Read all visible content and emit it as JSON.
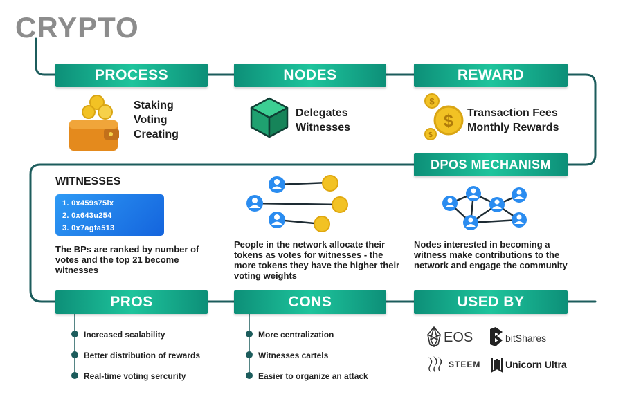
{
  "title": "CRYPTO",
  "steps": {
    "process": {
      "header": "PROCESS",
      "items": [
        "Staking",
        "Voting",
        "Creating"
      ]
    },
    "nodes": {
      "header": "NODES",
      "items": [
        "Delegates",
        "Witnesses"
      ]
    },
    "reward": {
      "header": "REWARD",
      "items": [
        "Transaction Fees",
        "Monthly Rewards"
      ]
    }
  },
  "mechanism": {
    "header": "DPOS MECHANISM",
    "witnesses": {
      "title": "WITNESSES",
      "list": [
        "1. 0x459s75lx",
        "2. 0x643u254",
        "3. 0x7agfa513"
      ],
      "description": "The BPs are ranked by number of votes and the top 21 become witnesses"
    },
    "voting_description": "People in the network allocate their tokens as votes for witnesses - the more tokens they have the higher their voting weights",
    "nodes_description": "Nodes interested in becoming a witness make contributions to the network and engage the community"
  },
  "pros": {
    "header": "PROS",
    "items": [
      "Increased scalability",
      "Better distribution of rewards",
      "Real-time voting sercurity"
    ]
  },
  "cons": {
    "header": "CONS",
    "items": [
      "More centralization",
      "Witnesses cartels",
      "Easier to organize an attack"
    ]
  },
  "used_by": {
    "header": "USED BY",
    "logos": [
      "EOS",
      "bitShares",
      "STEEM",
      "Unicorn Ultra"
    ]
  },
  "colors": {
    "header_teal": "#1ab08e",
    "flow_line": "#1c5c5c",
    "title_grey": "#8c8c8c",
    "blue": "#2a8cf0",
    "coin_gold": "#f2c224",
    "cube_green": "#1fa170"
  }
}
